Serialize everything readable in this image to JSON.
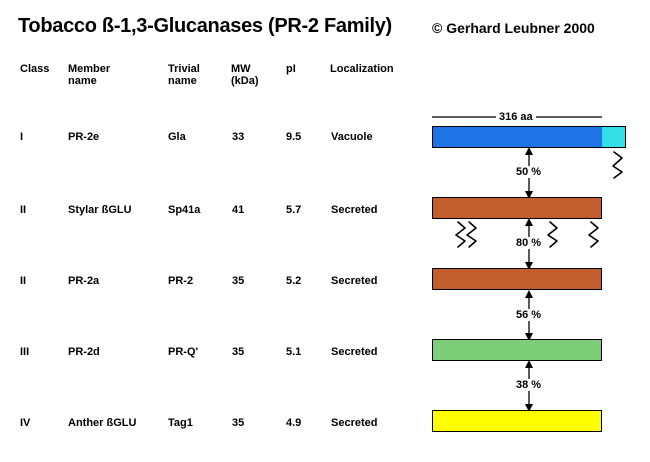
{
  "title": "Tobacco ß-1,3-Glucanases (PR-2 Family)",
  "copyright": "© Gerhard Leubner 2000",
  "headers": {
    "class": "Class",
    "member": [
      "Member",
      "name"
    ],
    "trivial": [
      "Trivial",
      "name"
    ],
    "mw": [
      "MW",
      "(kDa)"
    ],
    "pi": "pI",
    "localization": "Localization"
  },
  "length_label": "316 aa",
  "rows": [
    {
      "class": "I",
      "member": "PR-2e",
      "trivial": "Gla",
      "mw": "33",
      "pi": "9.5",
      "localization": "Vacuole",
      "color": "#1e73e6",
      "tail_color": "#33e0e8"
    },
    {
      "class": "II",
      "member": "Stylar ßGLU",
      "trivial": "Sp41a",
      "mw": "41",
      "pi": "5.7",
      "localization": "Secreted",
      "color": "#c25e2e"
    },
    {
      "class": "II",
      "member": "PR-2a",
      "trivial": "PR-2",
      "mw": "35",
      "pi": "5.2",
      "localization": "Secreted",
      "color": "#c25e2e"
    },
    {
      "class": "III",
      "member": "PR-2d",
      "trivial": "PR-Q'",
      "mw": "35",
      "pi": "5.1",
      "localization": "Secreted",
      "color": "#7ccf78"
    },
    {
      "class": "IV",
      "member": "Anther ßGLU",
      "trivial": "Tag1",
      "mw": "35",
      "pi": "4.9",
      "localization": "Secreted",
      "color": "#ffff00"
    }
  ],
  "identities": [
    "50 %",
    "80 %",
    "56 %",
    "38 %"
  ]
}
